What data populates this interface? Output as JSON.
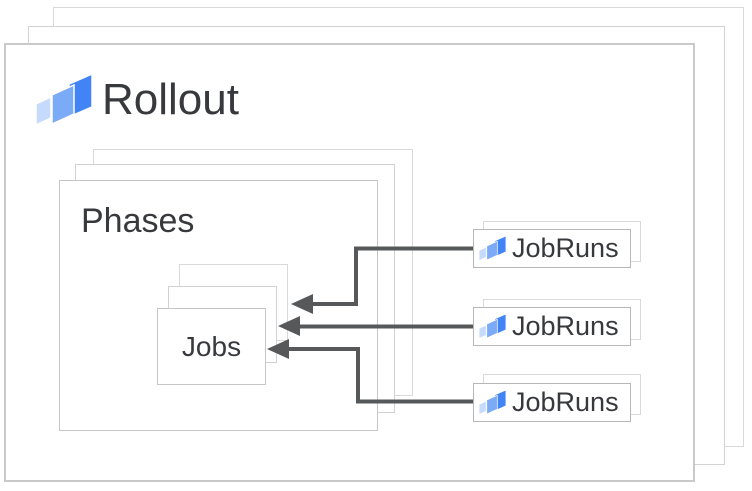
{
  "colors": {
    "logo_dark": "#4284f5",
    "logo_medium": "#7baaf7",
    "logo_light": "#c6dafc",
    "arrow": "#57585a"
  },
  "rollout": {
    "label": "Rollout"
  },
  "phases": {
    "label": "Phases"
  },
  "jobs": {
    "label": "Jobs"
  },
  "jobruns": [
    {
      "label": "JobRuns"
    },
    {
      "label": "JobRuns"
    },
    {
      "label": "JobRuns"
    }
  ]
}
